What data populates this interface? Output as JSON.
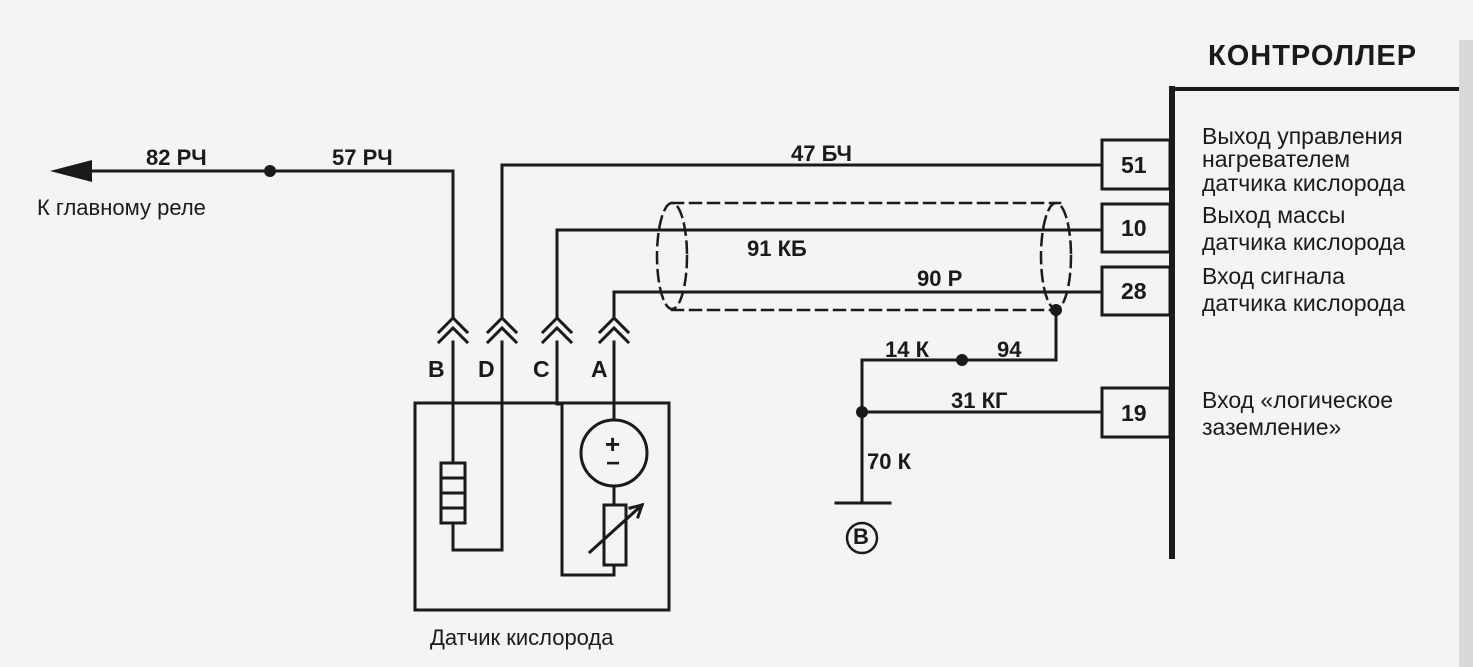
{
  "controller": {
    "title": "КОНТРОЛЛЕР",
    "pins": [
      {
        "number": "51",
        "lines": [
          "Выход управления",
          "нагревателем",
          "датчика кислорода"
        ]
      },
      {
        "number": "10",
        "lines": [
          "Выход массы",
          "датчика кислорода"
        ]
      },
      {
        "number": "28",
        "lines": [
          "Вход сигнала",
          "датчика кислорода"
        ]
      },
      {
        "number": "19",
        "lines": [
          "Вход «логическое",
          "заземление»"
        ]
      }
    ]
  },
  "wires": {
    "w82": "82 РЧ",
    "w57": "57 РЧ",
    "w47": "47 БЧ",
    "w91": "91 КБ",
    "w90": "90 Р",
    "w14": "14 К",
    "w94": "94",
    "w31": "31 КГ",
    "w70": "70 К"
  },
  "relay_label": "К главному реле",
  "connector_pins": [
    "B",
    "D",
    "C",
    "A"
  ],
  "sensor": {
    "label": "Датчик кислорода",
    "plus": "+",
    "minus": "−"
  },
  "ground_marker": "B"
}
